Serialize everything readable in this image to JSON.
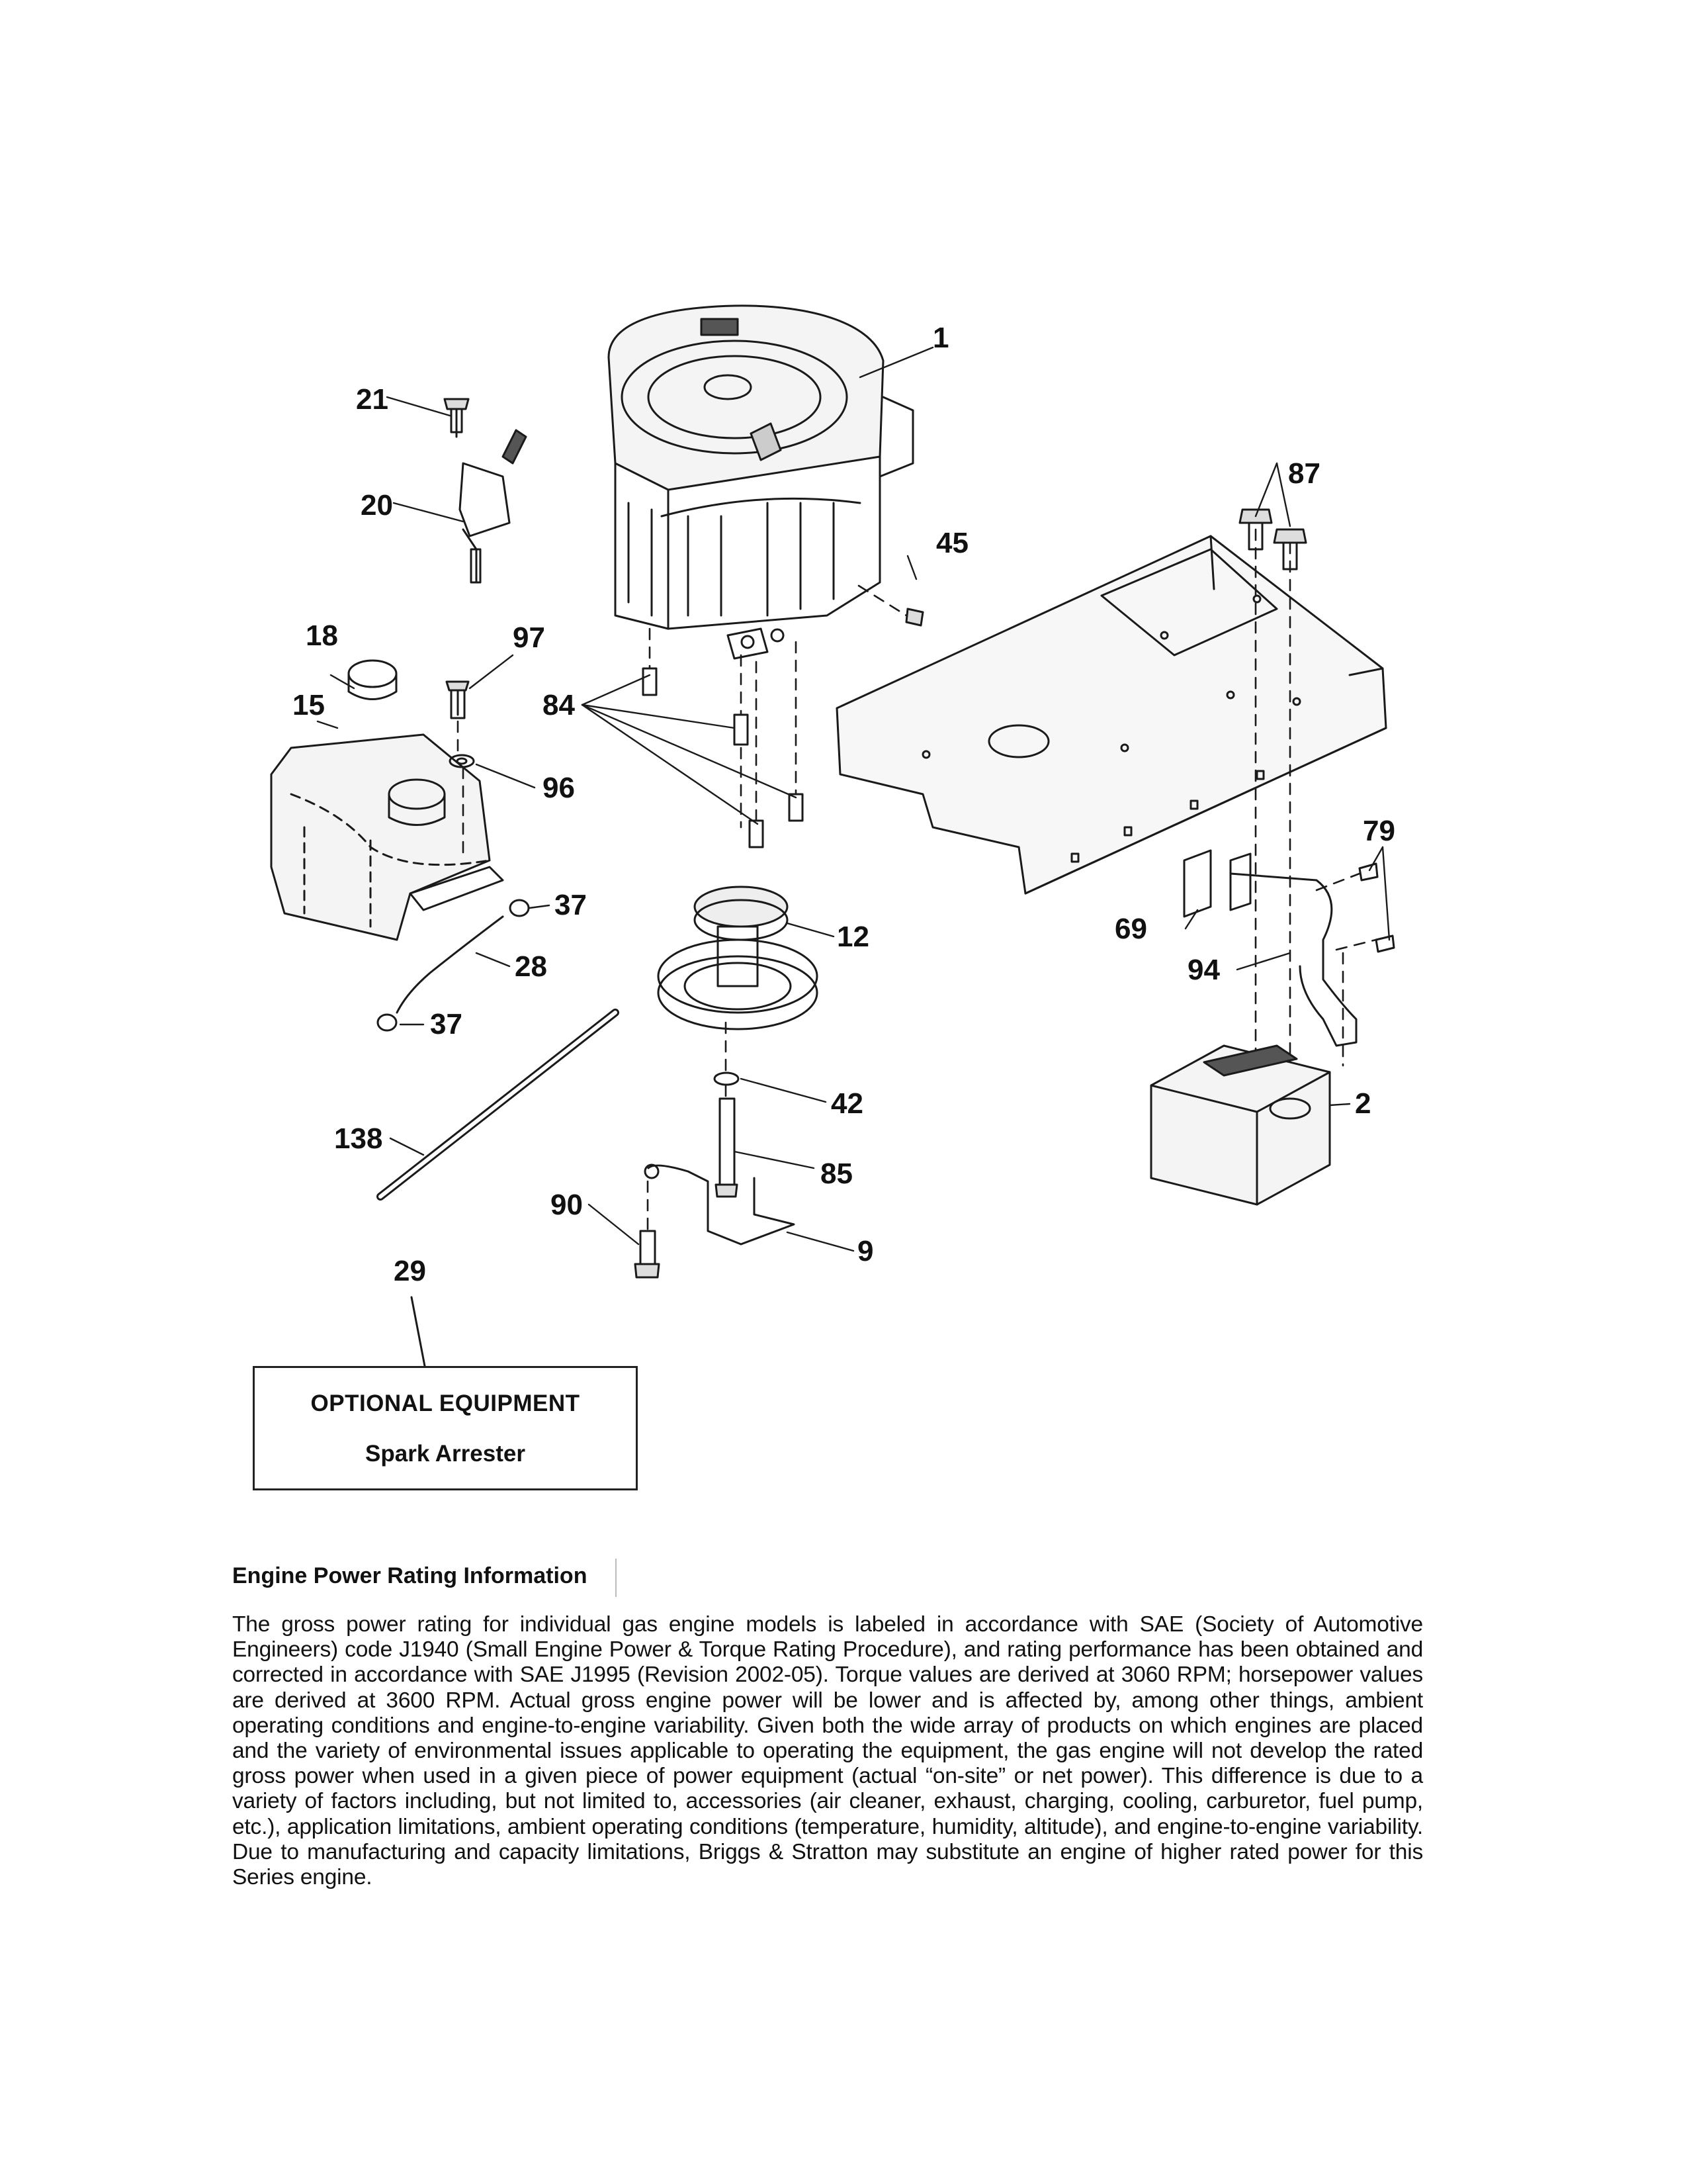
{
  "part_labels": [
    {
      "id": "p1",
      "text": "1"
    },
    {
      "id": "p2",
      "text": "2"
    },
    {
      "id": "p9",
      "text": "9"
    },
    {
      "id": "p12",
      "text": "12"
    },
    {
      "id": "p15",
      "text": "15"
    },
    {
      "id": "p18",
      "text": "18"
    },
    {
      "id": "p20",
      "text": "20"
    },
    {
      "id": "p21",
      "text": "21"
    },
    {
      "id": "p28",
      "text": "28"
    },
    {
      "id": "p29",
      "text": "29"
    },
    {
      "id": "p37a",
      "text": "37"
    },
    {
      "id": "p37b",
      "text": "37"
    },
    {
      "id": "p42",
      "text": "42"
    },
    {
      "id": "p45",
      "text": "45"
    },
    {
      "id": "p69",
      "text": "69"
    },
    {
      "id": "p79",
      "text": "79"
    },
    {
      "id": "p84",
      "text": "84"
    },
    {
      "id": "p85",
      "text": "85"
    },
    {
      "id": "p87",
      "text": "87"
    },
    {
      "id": "p90",
      "text": "90"
    },
    {
      "id": "p94",
      "text": "94"
    },
    {
      "id": "p96",
      "text": "96"
    },
    {
      "id": "p97",
      "text": "97"
    },
    {
      "id": "p138",
      "text": "138"
    }
  ],
  "optional_box": {
    "heading": "OPTIONAL EQUIPMENT",
    "item": "Spark Arrester"
  },
  "rating_info": {
    "title": "Engine Power Rating Information",
    "body": "The gross power rating for individual gas engine models is labeled in accordance with SAE (Society of Automotive Engineers) code J1940 (Small Engine Power & Torque Rating Procedure), and rating performance has been obtained and corrected in accordance with SAE J1995 (Revision 2002-05). Torque values are derived at 3060 RPM; horsepower values are derived at 3600 RPM. Actual gross engine power will be lower and is affected by, among other things, ambient operating conditions and engine-to-engine variability. Given both the wide array of products on which engines are placed and the variety of environmental issues applicable to operating the equipment, the gas engine will not develop the rated gross power when used in a given piece of power equipment (actual “on-site” or net power). This difference is due to a variety of factors including, but not limited to, accessories (air cleaner, exhaust, charging, cooling, carburetor, fuel pump, etc.), application limitations, ambient operating conditions (temperature, humidity, altitude), and engine-to-engine variability. Due to manufacturing and capacity limitations, Briggs & Stratton may substitute an engine of higher rated power for this Series engine."
  }
}
